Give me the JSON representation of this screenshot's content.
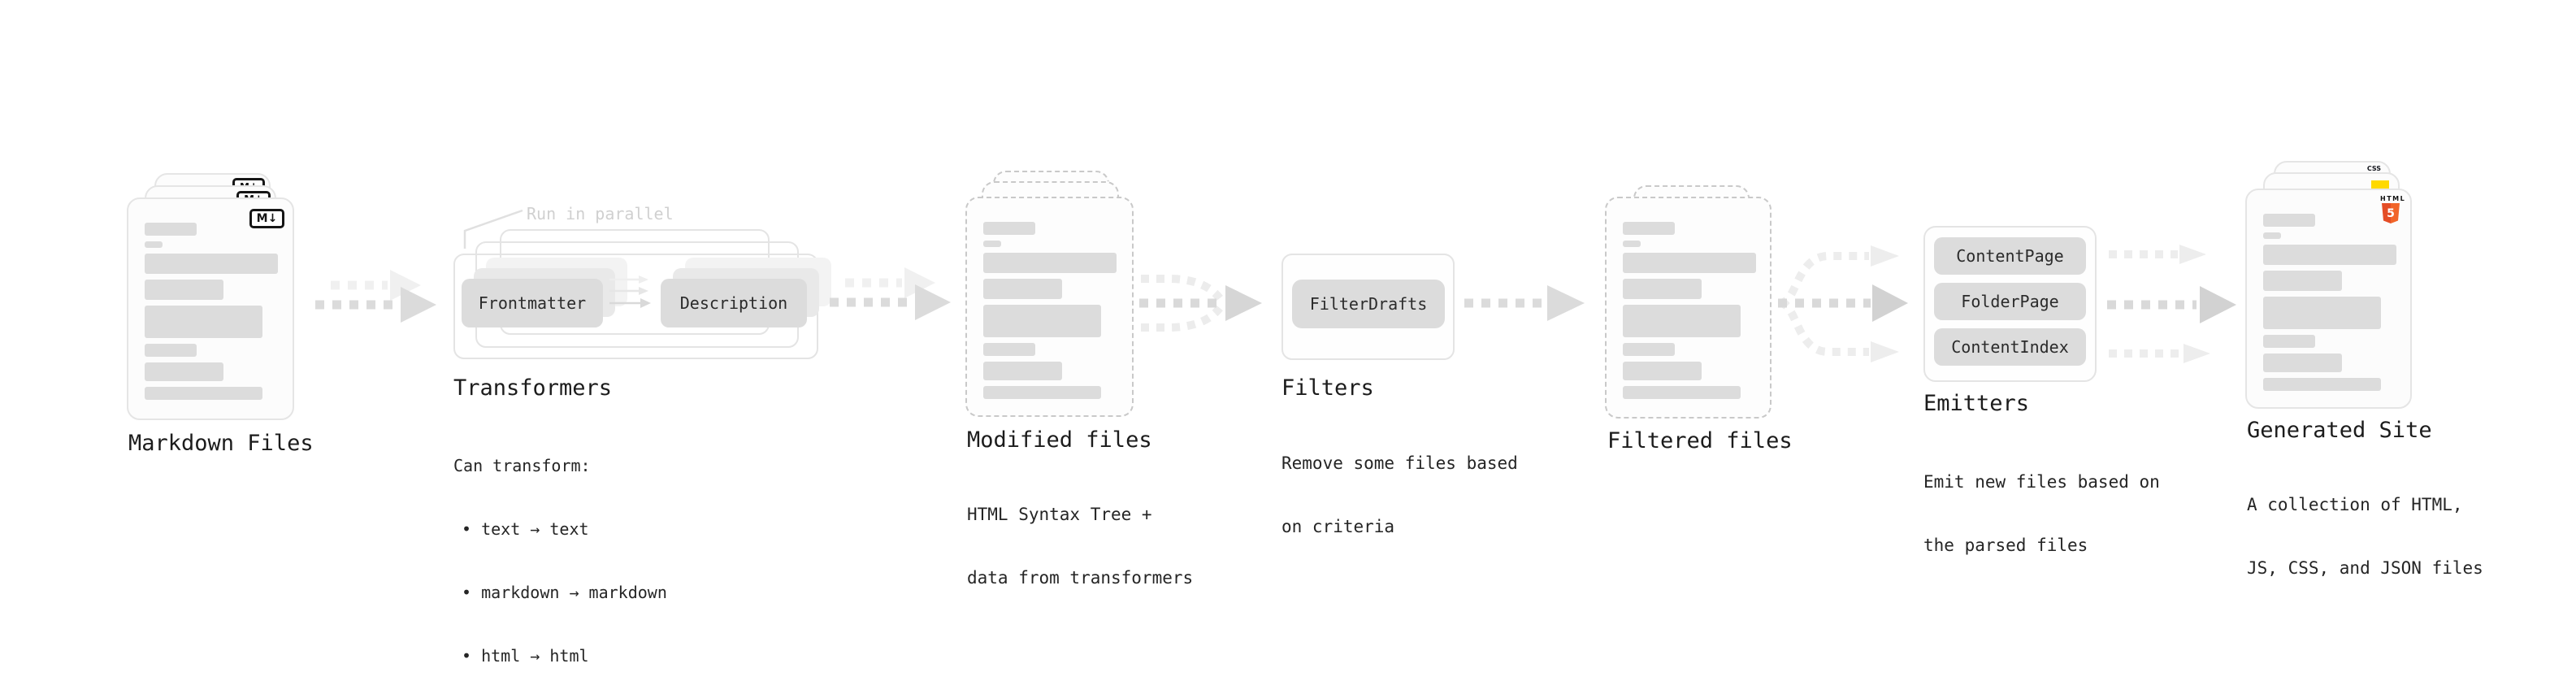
{
  "stages": {
    "markdown_files": {
      "label": "Markdown Files",
      "file_icon": "M↓"
    },
    "transformers": {
      "heading": "Transformers",
      "annotation": "Run in parallel",
      "pills": {
        "frontmatter": "Frontmatter",
        "description": "Description"
      },
      "desc_title": "Can transform:",
      "bullets": {
        "b1": "• text → text",
        "b2": "• markdown → markdown",
        "b3": "• html → html"
      }
    },
    "modified_files": {
      "heading": "Modified files",
      "desc1": "HTML Syntax Tree +",
      "desc2": "data from transformers"
    },
    "filters": {
      "heading": "Filters",
      "pill": "FilterDrafts",
      "desc1": "Remove some files based",
      "desc2": "on criteria"
    },
    "filtered_files": {
      "heading": "Filtered files"
    },
    "emitters": {
      "heading": "Emitters",
      "pills": {
        "p1": "ContentPage",
        "p2": "FolderPage",
        "p3": "ContentIndex"
      },
      "desc1": "Emit new files based on",
      "desc2": "the parsed files"
    },
    "generated_site": {
      "heading": "Generated Site",
      "desc1": "A collection of HTML,",
      "desc2": "JS, CSS, and JSON files",
      "html5_badge": {
        "word": "HTML",
        "number": "5"
      },
      "css_badge": "CSS"
    }
  },
  "colors": {
    "card_border": "#e5e5e5",
    "dashed_border": "#c9c9c9",
    "skeleton_bar": "#dcdcdc",
    "pill_bg": "#dcdcdc",
    "arrow_main": "#d9d9d9",
    "arrow_faded": "#efefef",
    "heading_text": "#1c1c1c",
    "faded_annotation": "#d0d0d0",
    "html5_orange": "#e44d26",
    "js_yellow": "#ffd900",
    "css_blue": "#2563eb"
  }
}
